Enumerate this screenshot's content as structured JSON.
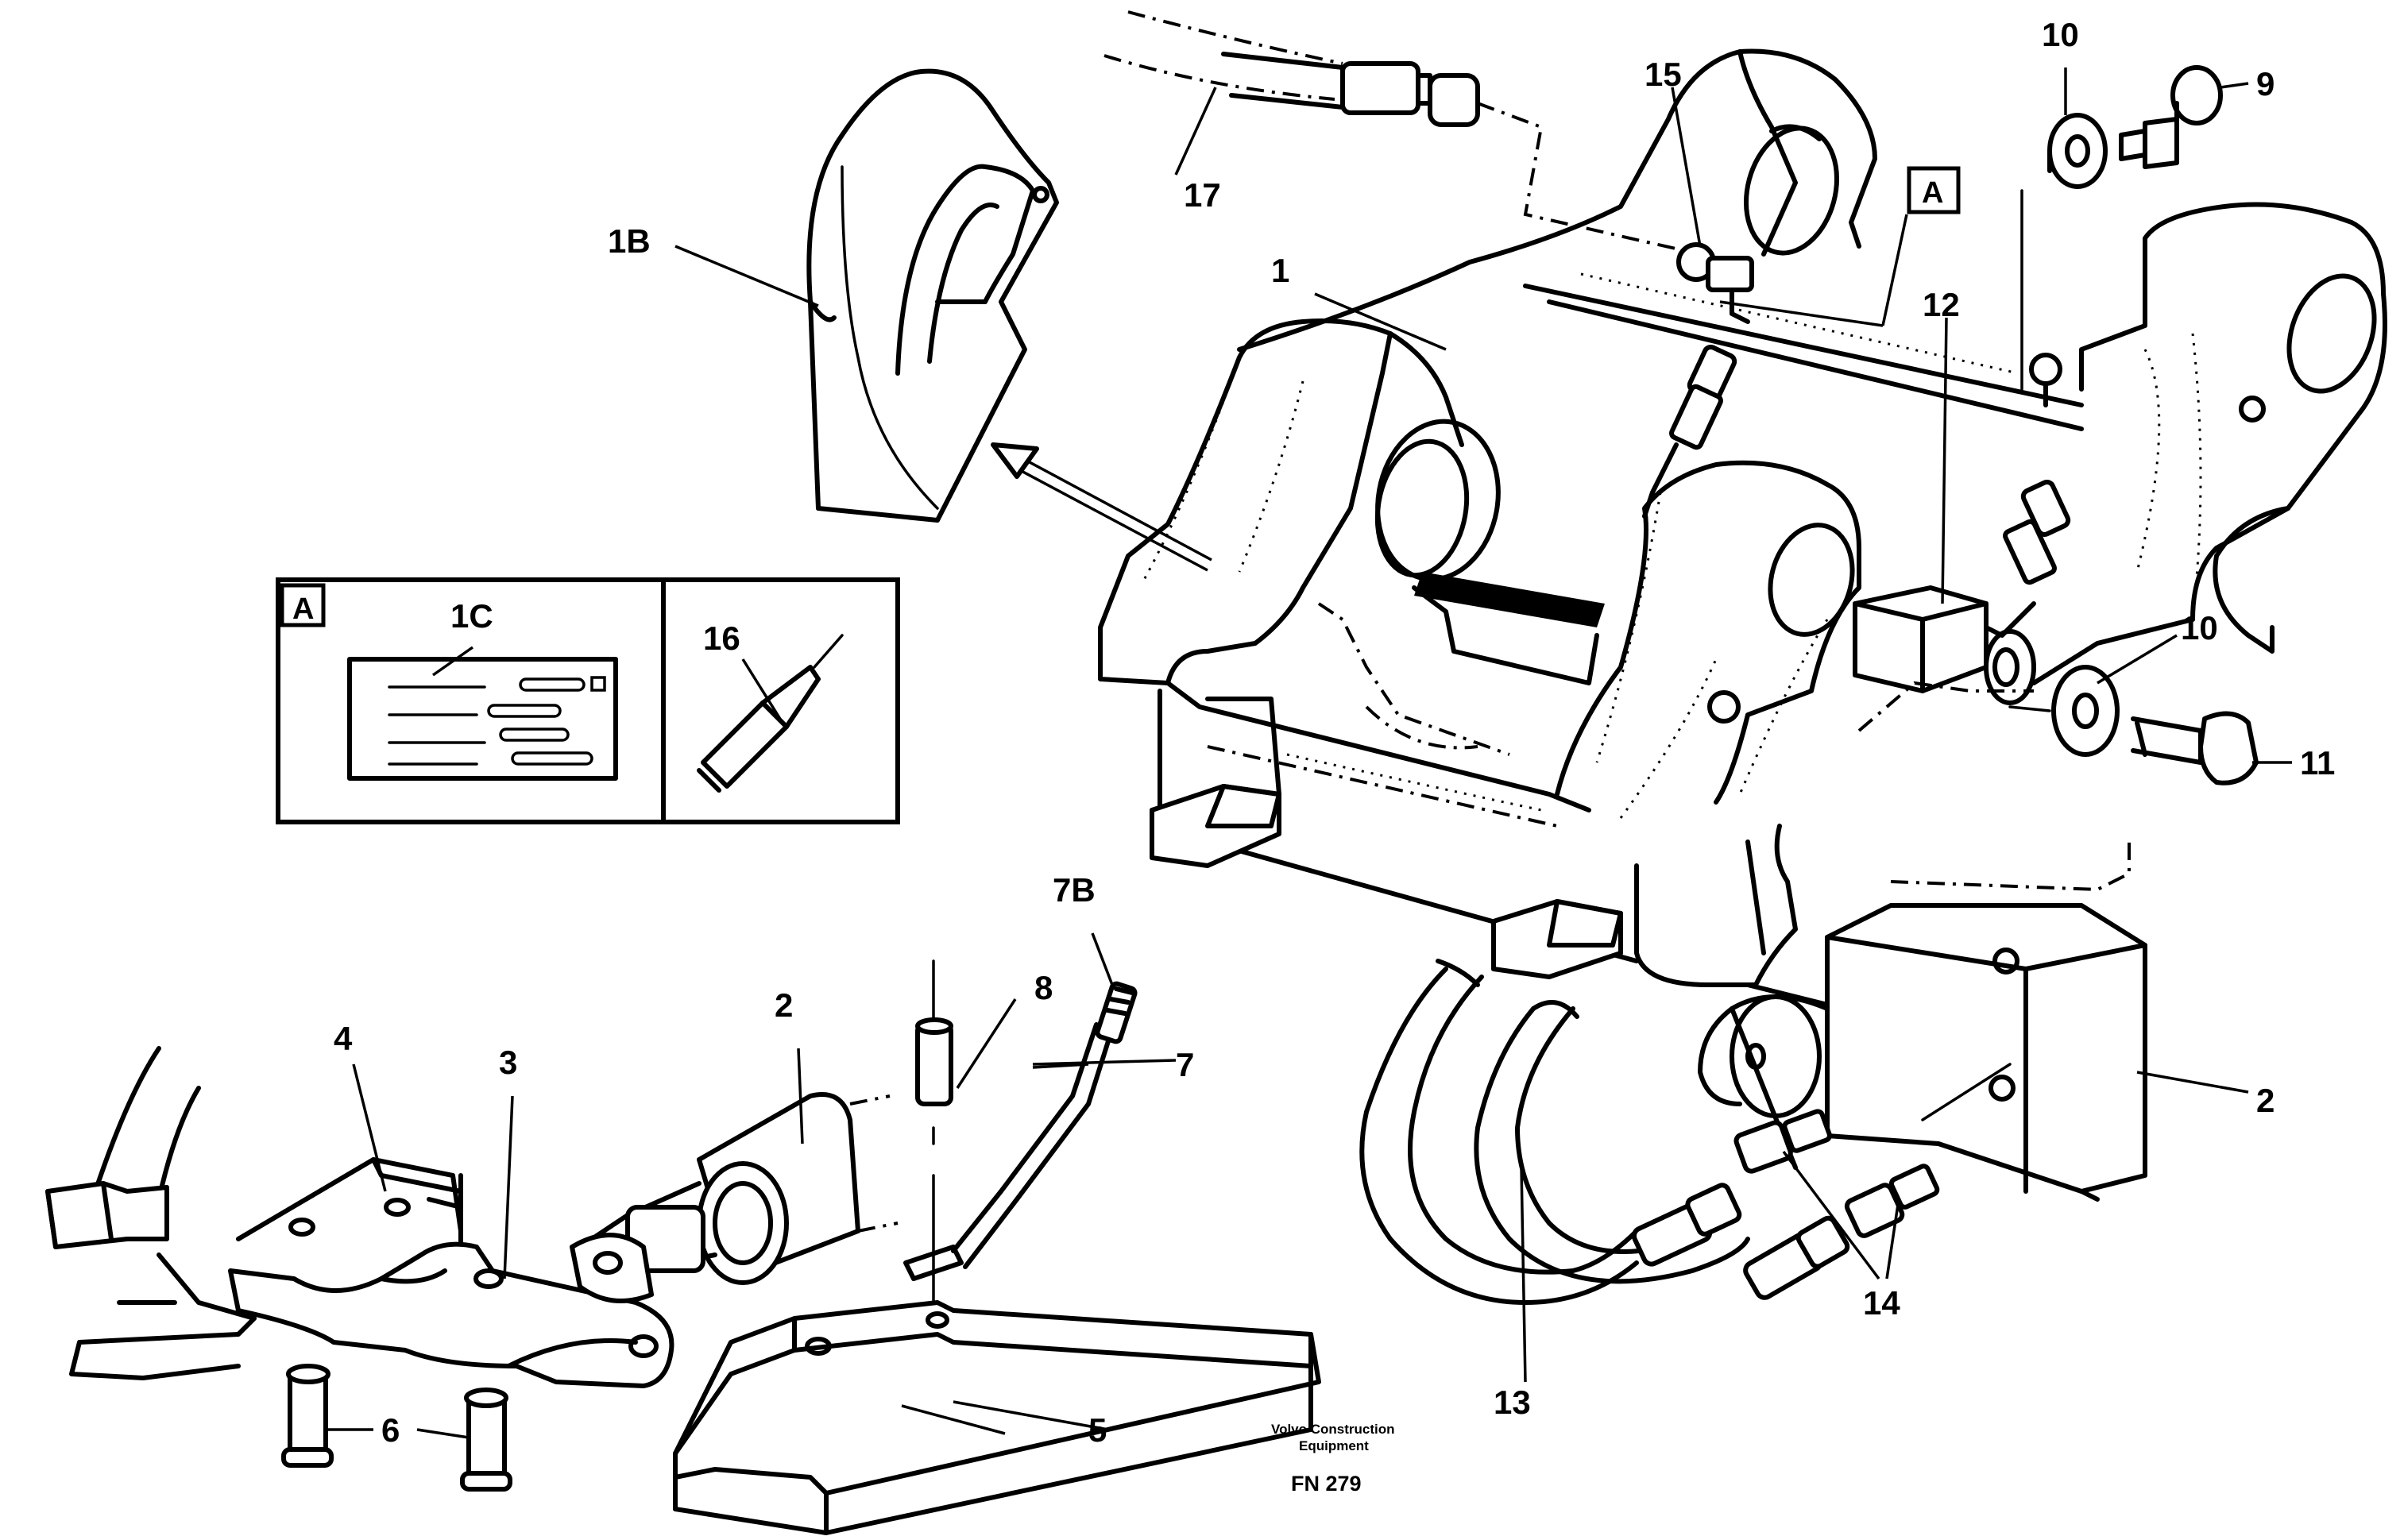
{
  "labels": {
    "l1": "1",
    "l1B": "1B",
    "l1C": "1C",
    "l2a": "2",
    "l2b": "2",
    "l3": "3",
    "l4": "4",
    "l5": "5",
    "l6": "6",
    "l7": "7",
    "l7B": "7B",
    "l8": "8",
    "l9": "9",
    "l10a": "10",
    "l10b": "10",
    "l11": "11",
    "l12": "12",
    "l13": "13",
    "l14": "14",
    "l15": "15",
    "l16": "16",
    "l17": "17"
  },
  "detail_ref": "A",
  "inset_ref": "A",
  "maker_line1": "Volvo Construction",
  "maker_line2": "Equipment",
  "figure_code": "FN 279"
}
